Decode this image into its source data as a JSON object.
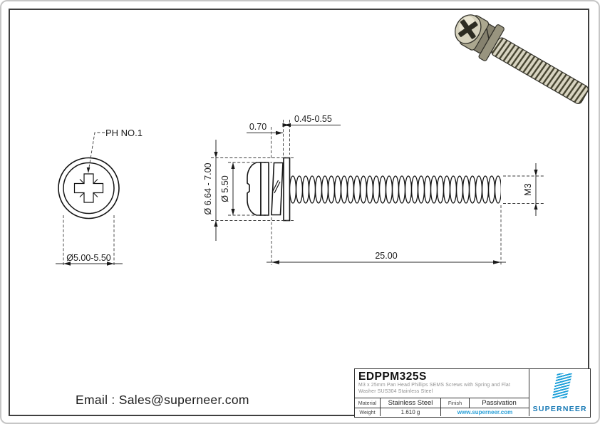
{
  "views": {
    "front": {
      "drive_label": "PH NO.1",
      "head_diameter": "Ø5.00-5.50"
    },
    "side": {
      "spring_washer_thickness": "0.70",
      "flat_washer_thickness": "0.45-0.55",
      "washer_outer_diameter": "Ø 6.64 - 7.00",
      "head_diameter": "Ø 5.50",
      "thread_length": "25.00",
      "thread_size": "M3"
    }
  },
  "title_block": {
    "part_number": "EDPPM325S",
    "description_line1": "M3 x 25mm Pan Head Phillips SEMS Screws with Spring and Flat",
    "description_line2": "Washer SUS304 Stainless Steel",
    "material_label": "Material",
    "material_value": "Stainless Steel",
    "finish_label": "Finish",
    "finish_value": "Passivation",
    "weight_label": "Weight",
    "weight_value": "1.610 g",
    "website": "www.superneer.com",
    "brand_name": "SUPERNEER"
  },
  "footer": {
    "email": "Email : Sales@superneer.com"
  },
  "colors": {
    "drawing_line": "#141414",
    "brand_blue": "#1779b5",
    "logo_stripe_blue": "#1b9fd9",
    "link_blue": "#2aa0d8",
    "description_gray": "#8f8f8f",
    "metal_light": "#d6d2bd",
    "metal_mid": "#aba78f",
    "metal_dark": "#45432f"
  }
}
